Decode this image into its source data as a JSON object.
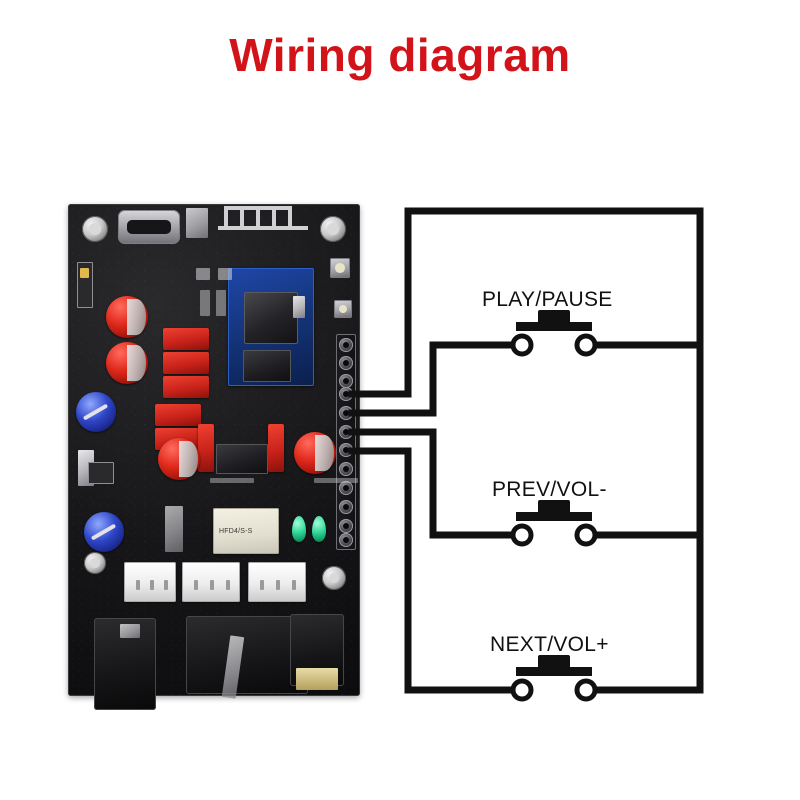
{
  "title": "Wiring diagram",
  "title_color": "#d2141a",
  "wire_color": "#111111",
  "switches": [
    {
      "label": "PLAY/PAUSE",
      "symbol": "push-button",
      "terminals": 2
    },
    {
      "label": "PREV/VOL-",
      "symbol": "push-button",
      "terminals": 2
    },
    {
      "label": "NEXT/VOL+",
      "symbol": "push-button",
      "terminals": 2
    }
  ],
  "board": {
    "name": "bluetooth-audio-amplifier-board",
    "color": "#141416",
    "modules": {
      "bluetooth_module": "bluetooth-module",
      "relay_label": "HFD4/S-S",
      "usb_port": "usb-c-port",
      "antenna": "pcb-antenna",
      "pin_header": "pin-header",
      "dc_jack": "dc-barrel-jack",
      "audio_jack": "audio-jack-3.5mm"
    },
    "pin_header_wires": 4
  }
}
